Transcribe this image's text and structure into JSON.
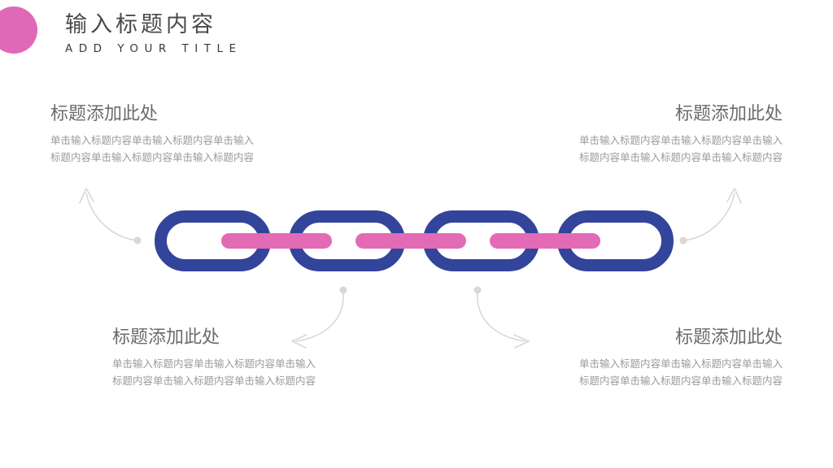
{
  "header": {
    "dot_icon": "pink-circle-icon",
    "title_cn": "输入标题内容",
    "title_en": "ADD YOUR TITLE"
  },
  "blocks": [
    {
      "id": "top-left",
      "heading": "标题添加此处",
      "line1": "单击输入标题内容单击输入标题内容单击输入",
      "line2": "标题内容单击输入标题内容单击输入标题内容"
    },
    {
      "id": "top-right",
      "heading": "标题添加此处",
      "line1": "单击输入标题内容单击输入标题内容单击输入",
      "line2": "标题内容单击输入标题内容单击输入标题内容"
    },
    {
      "id": "bottom-left",
      "heading": "标题添加此处",
      "line1": "单击输入标题内容单击输入标题内容单击输入",
      "line2": "标题内容单击输入标题内容单击输入标题内容"
    },
    {
      "id": "bottom-right",
      "heading": "标题添加此处",
      "line1": "单击输入标题内容单击输入标题内容单击输入",
      "line2": "标题内容单击输入标题内容单击输入标题内容"
    }
  ],
  "diagram": {
    "name": "chain-link-diagram",
    "link_count": 4,
    "connector_count": 3,
    "connector_icon": "callout-arrow-icon"
  },
  "colors": {
    "accent_pink": "#e068b8",
    "link_blue": "#33449b",
    "connector_pink": "#e36bb5",
    "heading_gray": "#6b6b6b",
    "body_gray": "#9a9a9a",
    "arrow_gray": "#d8d8d8",
    "background": "#ffffff"
  }
}
